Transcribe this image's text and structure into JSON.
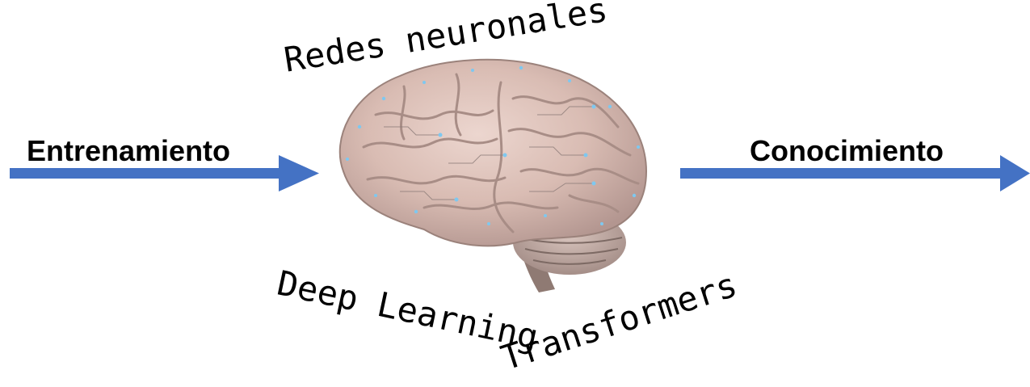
{
  "input": {
    "label": "Entrenamiento"
  },
  "output": {
    "label": "Conocimiento"
  },
  "concepts": {
    "top": "Redes neuronales",
    "middle": "Deep Learning",
    "bottom": "Transformers"
  },
  "colors": {
    "arrow": "#4472C4",
    "text": "#000000",
    "brain_base": "#d9bcb3",
    "brain_fold": "#a88d86",
    "circuit_glow": "#7ec8f0"
  },
  "icons": {
    "brain": "brain-circuit-icon",
    "arrows": "right-arrow-icon"
  }
}
